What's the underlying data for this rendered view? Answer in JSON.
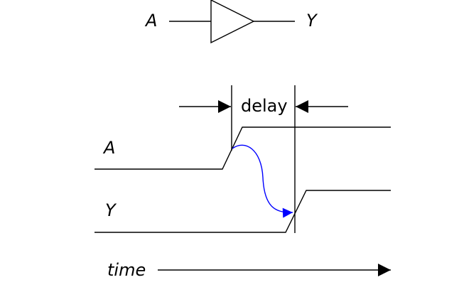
{
  "buffer_symbol": {
    "input_label": "A",
    "output_label": "Y"
  },
  "timing": {
    "delay_label": "delay",
    "signal_a_label": "A",
    "signal_y_label": "Y",
    "time_label": "time"
  },
  "colors": {
    "line": "#000000",
    "causal_arrow": "#0000ff",
    "background": "#ffffff"
  },
  "icons": {
    "buffer_gate": "buffer-gate-icon",
    "time_arrow": "arrow-right-icon"
  }
}
